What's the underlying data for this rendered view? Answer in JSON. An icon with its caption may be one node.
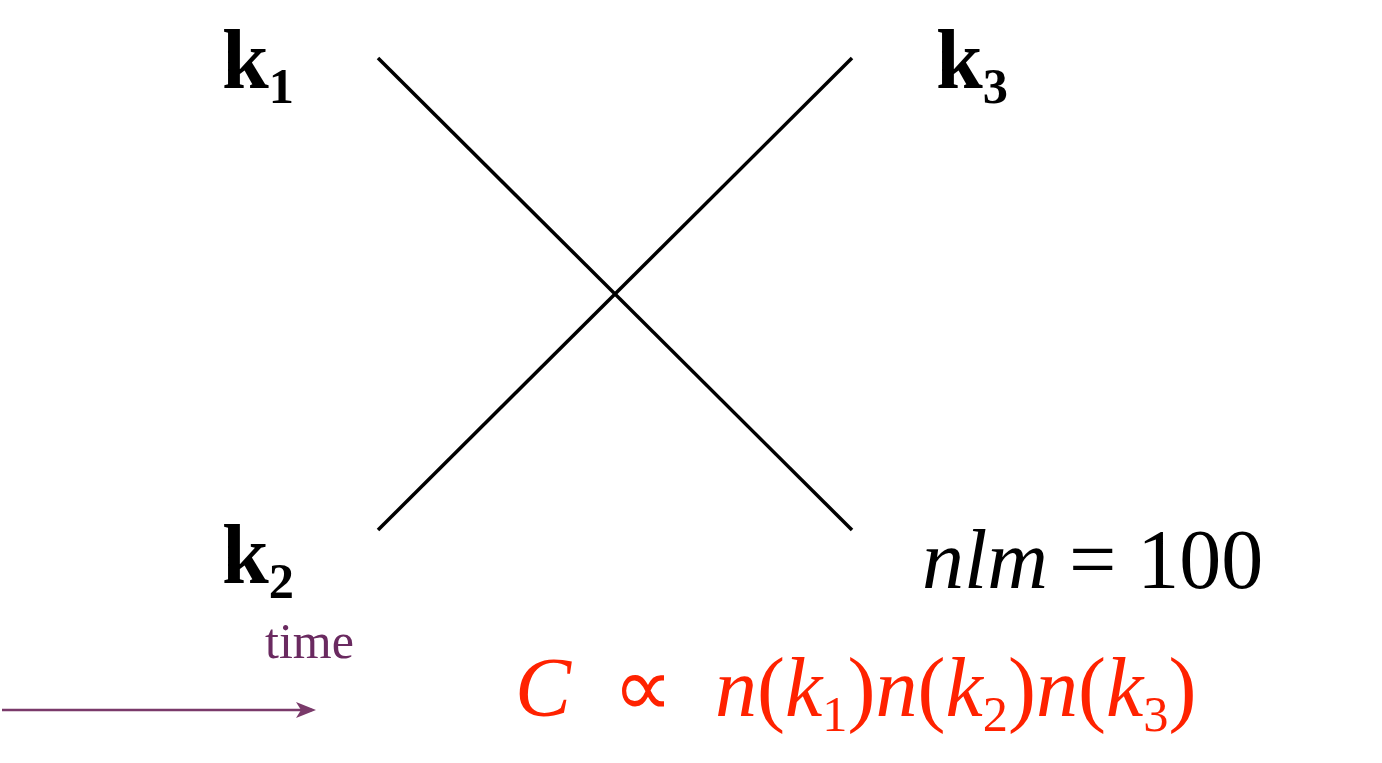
{
  "diagram": {
    "nodes": [
      {
        "text": [
          "k$_{1}$"
        ]
      },
      {
        "text": [
          "k$_{3}$"
        ]
      },
      {
        "text": [
          "k$_{2}$"
        ]
      },
      {
        "text": [
          "*nlm* = 100"
        ]
      }
    ],
    "edges": [
      {
        "from": 0,
        "to": 3,
        "arrow": "none"
      },
      {
        "from": 2,
        "to": 1,
        "arrow": "none"
      }
    ],
    "labels": [
      "time",
      "*C*  ∝  *n*(*k*$_{1}$)*n*(*k*$_{2}$)*n*(*k*$_{3}$)"
    ]
  }
}
